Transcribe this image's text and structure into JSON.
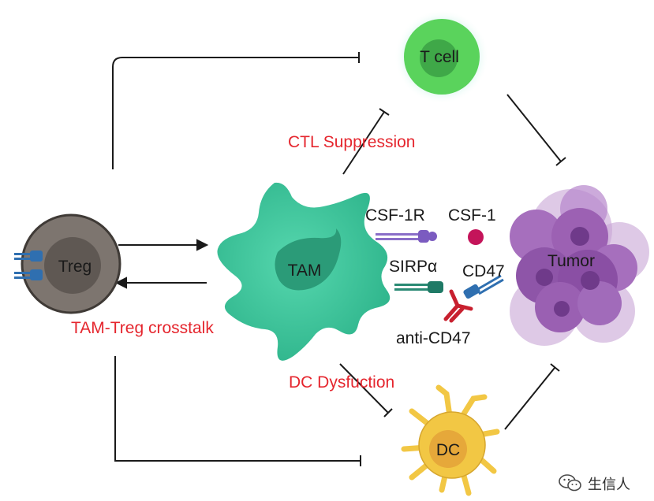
{
  "cells": {
    "tcell": {
      "label": "T cell"
    },
    "tam": {
      "label": "TAM"
    },
    "treg": {
      "label": "Treg"
    },
    "tumor": {
      "label": "Tumor"
    },
    "dc": {
      "label": "DC"
    }
  },
  "molecules": {
    "csf1r": "CSF-1R",
    "csf1": "CSF-1",
    "sirpa": "SIRPα",
    "cd47": "CD47",
    "anti_cd47": "anti-CD47"
  },
  "annotations": {
    "ctl_suppression": "CTL Suppression",
    "tam_treg_crosstalk": "TAM-Treg crosstalk",
    "dc_dysfunction": "DC Dysfuction"
  },
  "watermark": {
    "text": "生信人",
    "icon": "wechat-icon"
  },
  "colors": {
    "annotation_red": "#e5262e",
    "tam_teal": "#3cc9a0",
    "tcell_green": "#5ad35c",
    "tumor_purple": "#8e55a8",
    "dc_yellow": "#f2c744",
    "treg_gray": "#7d756f"
  }
}
